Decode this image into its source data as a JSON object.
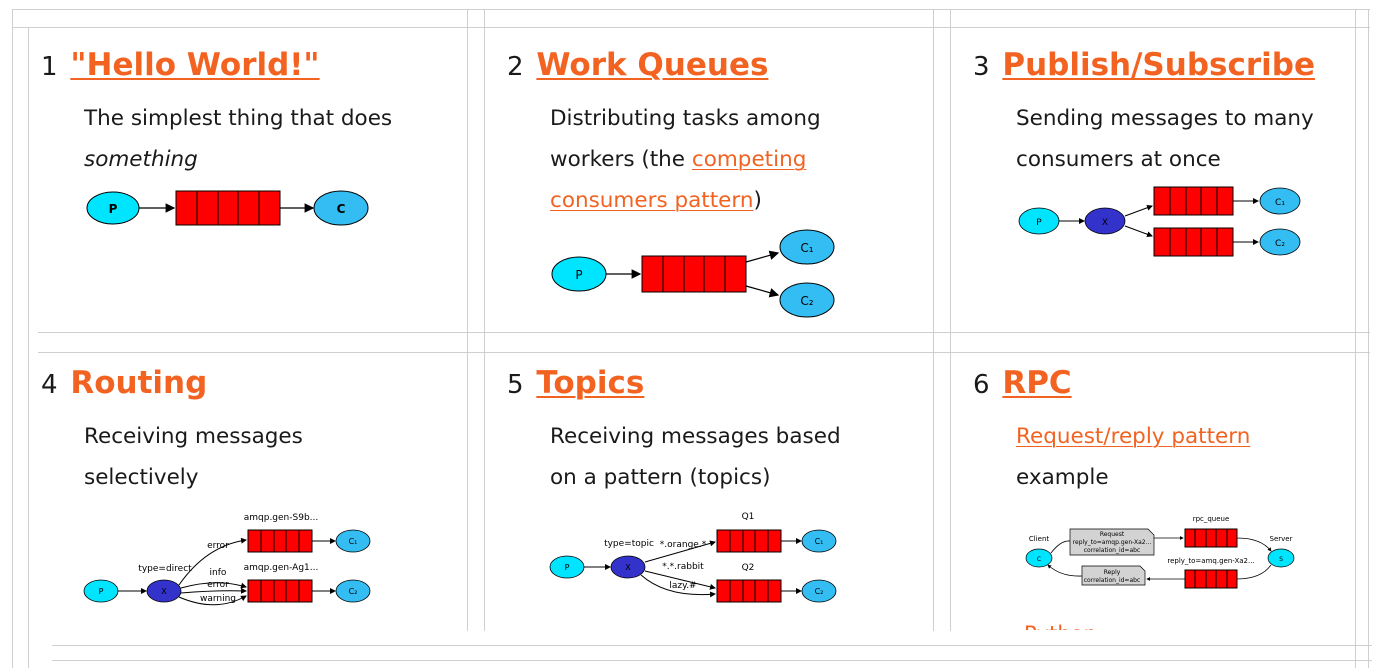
{
  "tutorials": [
    {
      "num": "1",
      "title": "\"Hello World!\"",
      "desc_l1": "The simplest thing that does",
      "desc_l2": "something"
    },
    {
      "num": "2",
      "title": "Work Queues",
      "desc_l1": "Distributing tasks among",
      "desc_l2_pre": "workers (the ",
      "desc_l2_link": "competing",
      "desc_l3_link": "consumers pattern",
      "desc_l3_post": ")"
    },
    {
      "num": "3",
      "title": "Publish/Subscribe",
      "desc_l1": "Sending messages to many",
      "desc_l2": "consumers at once"
    },
    {
      "num": "4",
      "title": "Routing",
      "desc_l1": "Receiving messages",
      "desc_l2": "selectively"
    },
    {
      "num": "5",
      "title": "Topics",
      "desc_l1": "Receiving messages based",
      "desc_l2": "on a pattern (topics)"
    },
    {
      "num": "6",
      "title": "RPC",
      "desc_l1_link": "Request/reply pattern",
      "desc_l2": "example",
      "cutoff": "Python"
    }
  ],
  "diagrams": {
    "hello": {
      "p": "P",
      "c": "C"
    },
    "work": {
      "p": "P",
      "c1": "C₁",
      "c2": "C₂"
    },
    "pubsub": {
      "p": "P",
      "x": "X",
      "c1": "C₁",
      "c2": "C₂"
    },
    "routing": {
      "p": "P",
      "x": "X",
      "c1": "C₁",
      "c2": "C₂",
      "type": "type=direct",
      "q1": "amqp.gen-S9b...",
      "q2": "amqp.gen-Ag1...",
      "k_error1": "error",
      "k_info": "info",
      "k_error2": "error",
      "k_warning": "warning"
    },
    "topics": {
      "p": "P",
      "x": "X",
      "c1": "C₁",
      "c2": "C₂",
      "type": "type=topic",
      "q1": "Q1",
      "q2": "Q2",
      "k1": "*.orange.*",
      "k2": "*.*.rabbit",
      "k3": "lazy.#"
    },
    "rpc": {
      "client": "Client",
      "server": "Server",
      "c": "C",
      "s": "S",
      "rpc_queue": "rpc_queue",
      "reply_to": "reply_to=amq.gen-Xa2...",
      "req_l1": "Request",
      "req_l2": "reply_to=amqp.gen-Xa2...",
      "req_l3": "correlation_id=abc",
      "rep_l1": "Reply",
      "rep_l2": "correlation_id=abc"
    }
  },
  "colors": {
    "accent": "#f26322",
    "queue": "#ff0000",
    "producer": "#00e5ff",
    "consumer": "#33bdf2",
    "exchange": "#3333cc",
    "grid": "#cfcfcf"
  }
}
